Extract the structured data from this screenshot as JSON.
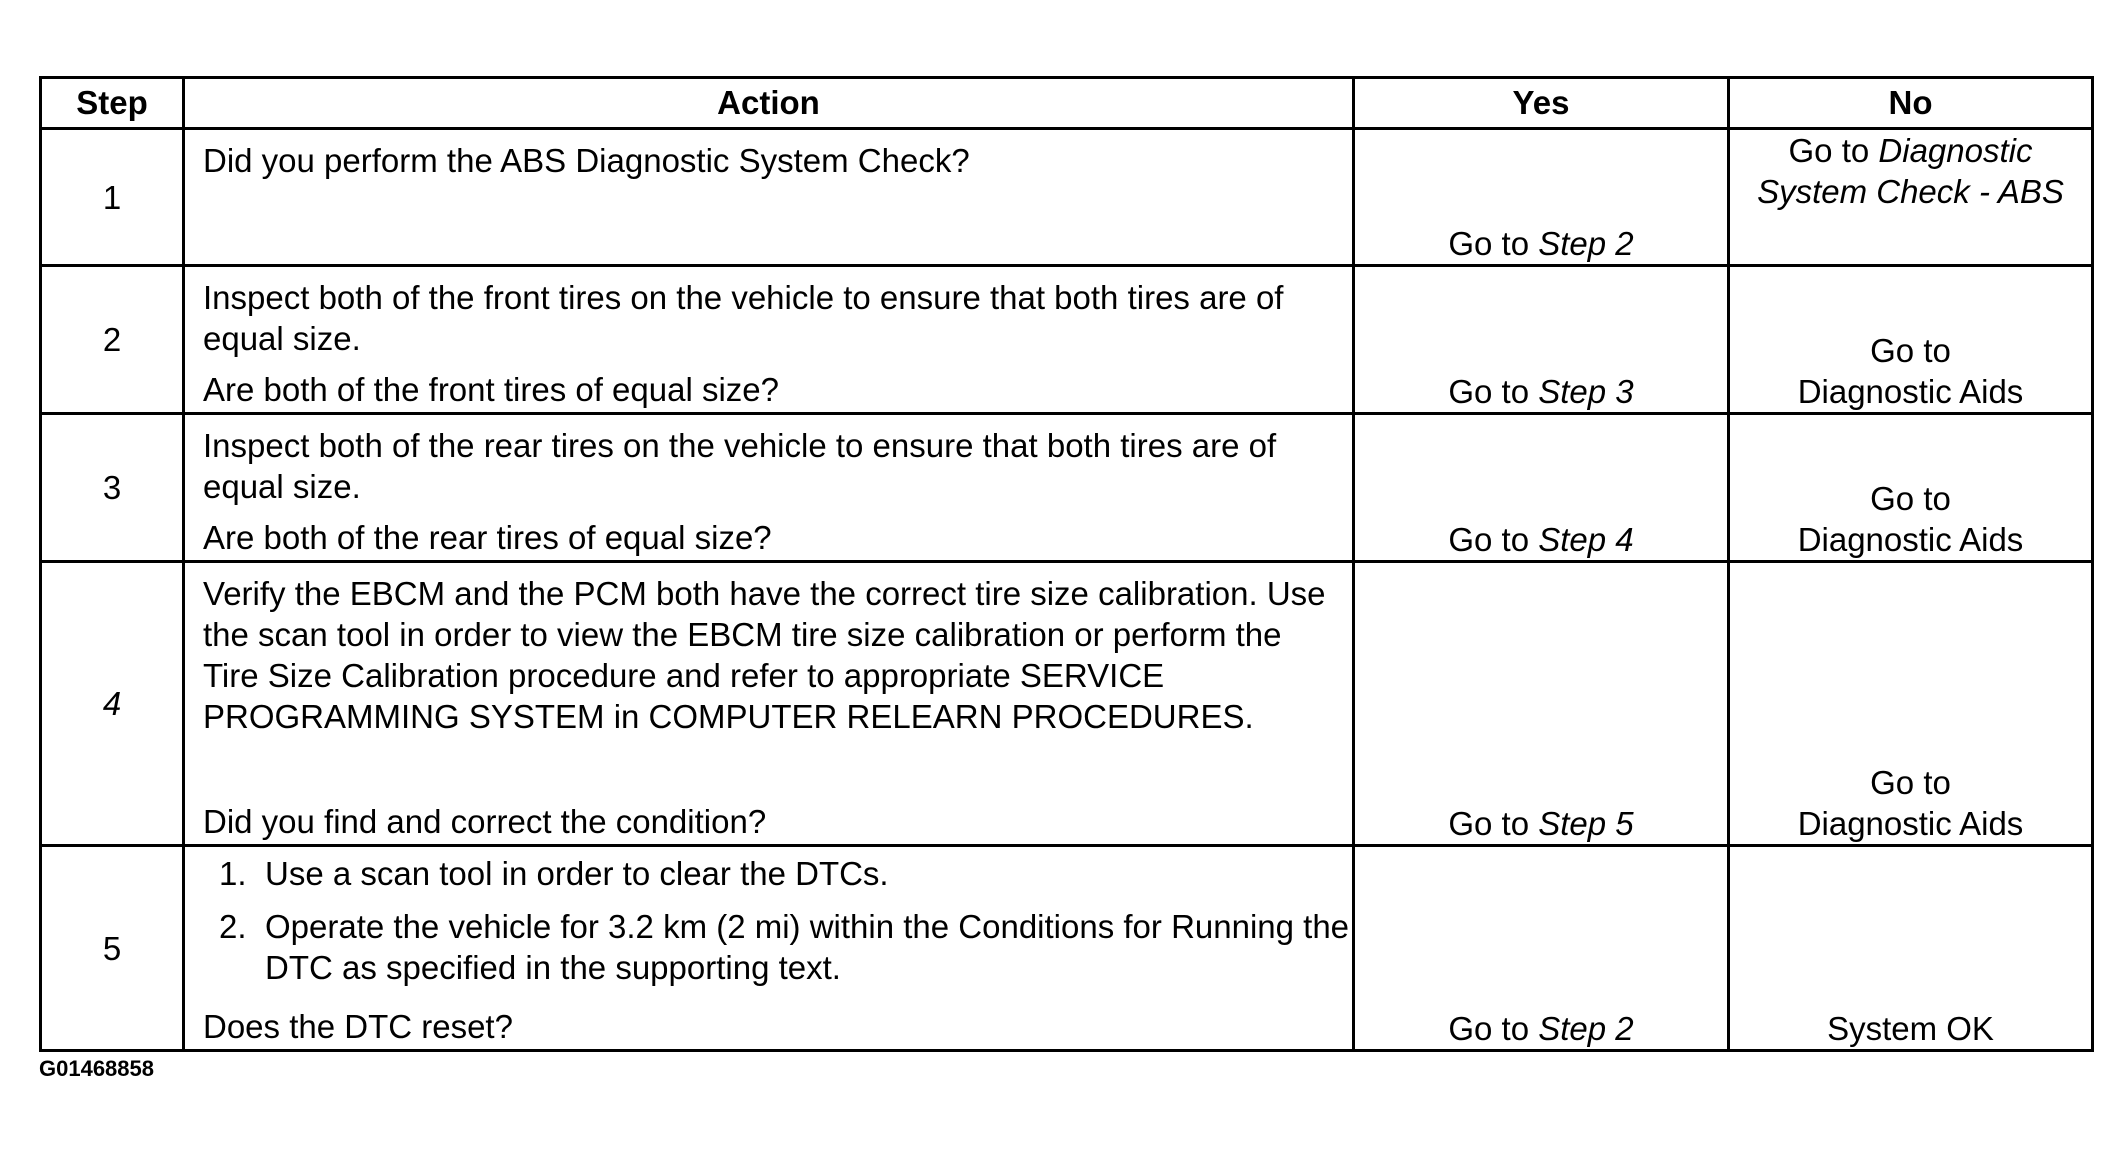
{
  "table": {
    "headers": {
      "step": "Step",
      "action": "Action",
      "yes": "Yes",
      "no": "No"
    },
    "rows": [
      {
        "step": "1",
        "action_text": "Did you perform the ABS Diagnostic System Check?",
        "yes_prefix": "Go to ",
        "yes_ref": "Step 2",
        "no_prefix": "Go to ",
        "no_ref": "Diagnostic System Check - ABS"
      },
      {
        "step": "2",
        "action_text": "Inspect both of the front tires on the vehicle to ensure that both tires are of equal size.",
        "action_question": "Are both of the front tires of equal size?",
        "yes_prefix": "Go to ",
        "yes_ref": "Step 3",
        "no_line1": "Go to",
        "no_line2": "Diagnostic Aids"
      },
      {
        "step": "3",
        "action_text": "Inspect both of the rear tires on the vehicle to ensure that both tires are of equal size.",
        "action_question": "Are both of the rear tires of equal size?",
        "yes_prefix": "Go to ",
        "yes_ref": "Step 4",
        "no_line1": "Go to",
        "no_line2": "Diagnostic Aids"
      },
      {
        "step": "4",
        "action_text": "Verify the EBCM and the PCM both have the correct tire size calibration.  Use the scan tool in order to view the EBCM tire size calibration or perform the Tire Size Calibration procedure and refer to appropriate SERVICE PROGRAMMING SYSTEM in COMPUTER RELEARN PROCEDURES.",
        "action_question": "Did you find and correct the condition?",
        "yes_prefix": "Go to ",
        "yes_ref": "Step 5",
        "no_line1": "Go to",
        "no_line2": "Diagnostic Aids"
      },
      {
        "step": "5",
        "action_list": [
          {
            "num": "1.",
            "text": "Use a scan tool in order to clear the DTCs."
          },
          {
            "num": "2.",
            "text": "Operate the vehicle for 3.2 km (2 mi) within the Conditions for Running the DTC as specified in the supporting text."
          }
        ],
        "action_question": "Does the DTC reset?",
        "yes_prefix": "Go to ",
        "yes_ref": "Step 2",
        "no_text": "System OK"
      }
    ]
  },
  "figure_code": "G01468858"
}
